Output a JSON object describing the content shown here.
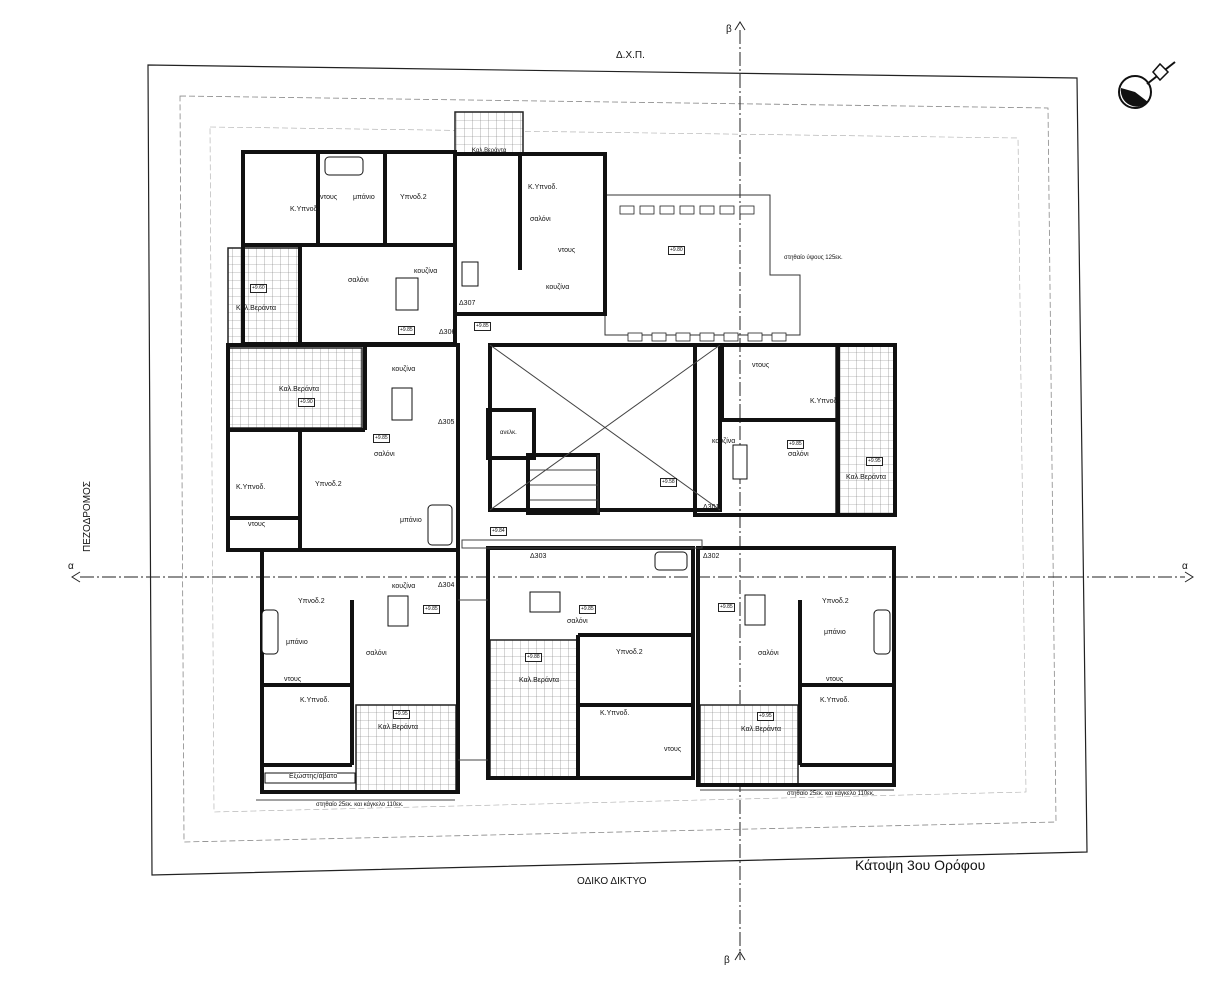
{
  "drawing": {
    "title": "Κάτοψη 3ου Ορόφου",
    "top_boundary": "Δ.Χ.Π.",
    "bottom_road": "ΟΔΙΚΟ ΔΙΚΤΥΟ",
    "left_road": "ΠΕΖΟΔΡΟΜΟΣ",
    "section_a": "α",
    "section_b": "β"
  },
  "notes": {
    "parapet_top": "στηθαίο ύψους 125εκ.",
    "parapet_bottom": "στηθαίο 25εκ. και κάγκελο 110εκ."
  },
  "apartments": {
    "a306": "Δ306",
    "a307": "Δ307",
    "a305": "Δ305",
    "a304": "Δ304",
    "a303": "Δ303",
    "a302": "Δ302",
    "a301": "Δ301"
  },
  "rooms": {
    "bedroom_master": "Κ.Υπνοδ.",
    "bedroom_2": "Υπνοδ.2",
    "shower": "ντους",
    "bathroom": "μπάνιο",
    "living": "σαλόνι",
    "kitchen": "κουζίνα",
    "veranda": "Καλ.Βεράντα",
    "storage": "Εξώστης/άβατο",
    "elevator": "ανελκ."
  },
  "levels": {
    "l1": "+9.60",
    "l2": "+9.85",
    "l3": "+9.90",
    "l4": "+9.95",
    "l5": "+9.80",
    "l6": "+9.84",
    "l7": "+9.88",
    "l8": "+9.58"
  }
}
